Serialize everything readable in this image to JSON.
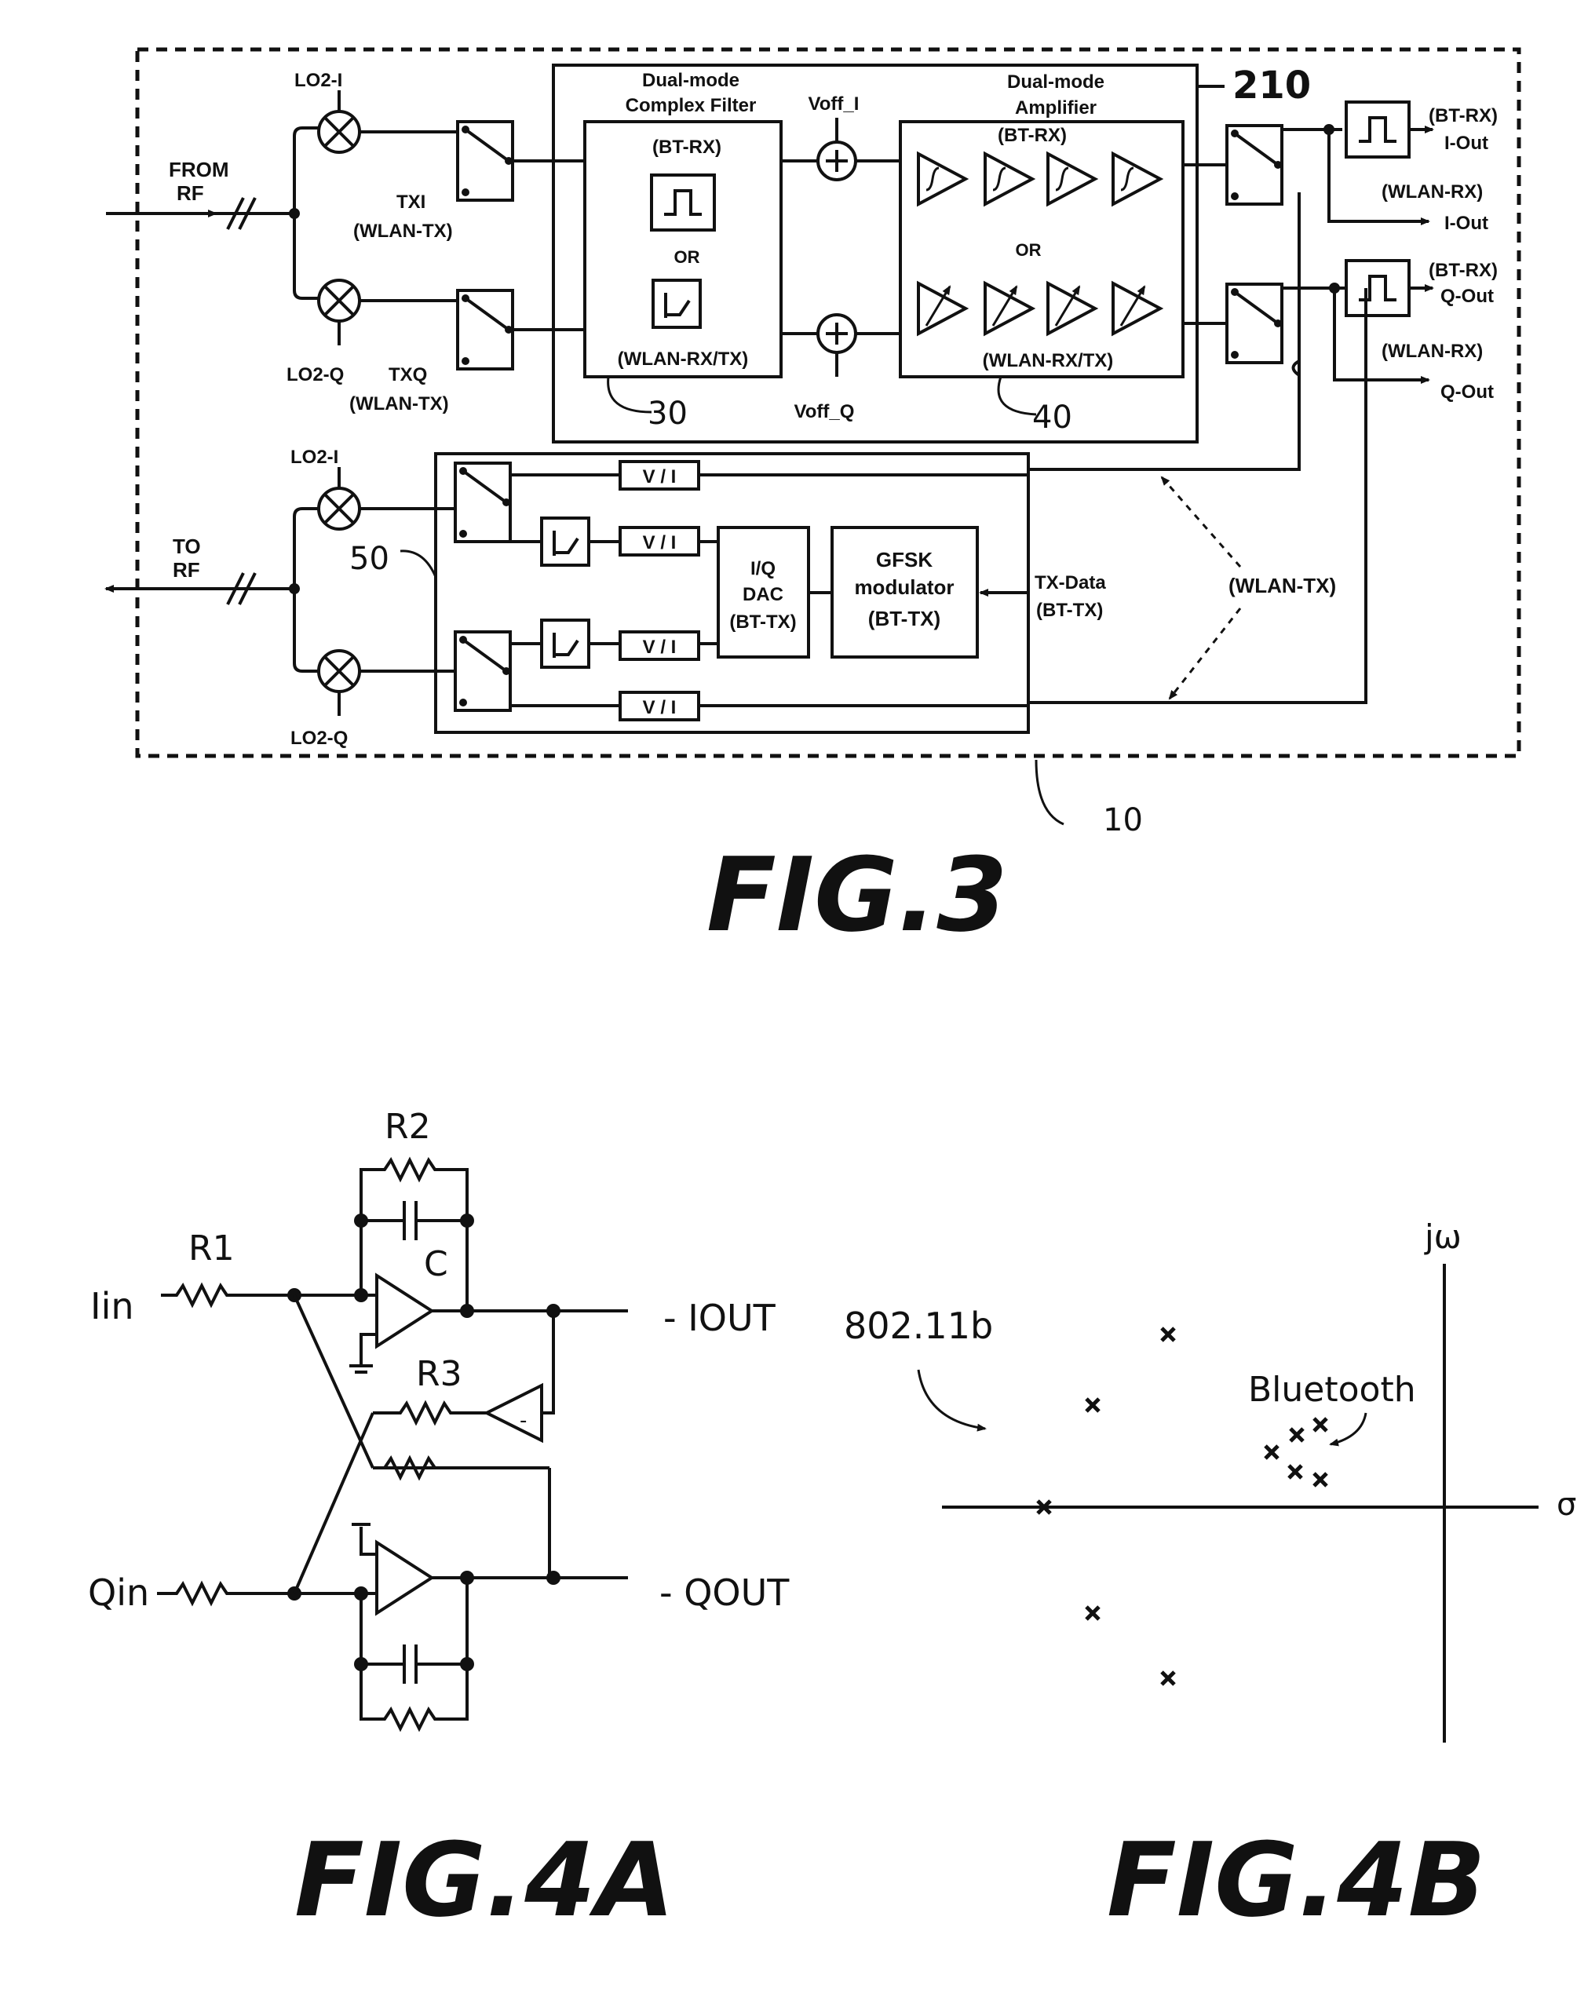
{
  "fig3": {
    "title": "FIG.3",
    "ref_chip": "10",
    "ref_block": "210",
    "ref_filter": "30",
    "ref_amp": "40",
    "ref_tx": "50",
    "from_rf": [
      "FROM",
      "RF"
    ],
    "to_rf": [
      "TO",
      "RF"
    ],
    "lo2_i_top": "LO2-I",
    "lo2_q_top": "LO2-Q",
    "lo2_i_bot": "LO2-I",
    "lo2_q_bot": "LO2-Q",
    "txi": [
      "TXI",
      "(WLAN-TX)"
    ],
    "txq": [
      "TXQ",
      "(WLAN-TX)"
    ],
    "filter_title": [
      "Dual-mode",
      "Complex Filter"
    ],
    "filter_bt": "(BT-RX)",
    "filter_or": "OR",
    "filter_wlan": "(WLAN-RX/TX)",
    "voff_i": "Voff_I",
    "voff_q": "Voff_Q",
    "amp_title": [
      "Dual-mode",
      "Amplifier"
    ],
    "amp_bt": "(BT-RX)",
    "amp_or": "OR",
    "amp_wlan": "(WLAN-RX/TX)",
    "out_bt_i": [
      "(BT-RX)",
      "I-Out"
    ],
    "out_wlan_i": [
      "(WLAN-RX)",
      "I-Out"
    ],
    "out_bt_q": [
      "(BT-RX)",
      "Q-Out"
    ],
    "out_wlan_q": [
      "(WLAN-RX)",
      "Q-Out"
    ],
    "vi": "V / I",
    "dac": [
      "I/Q",
      "DAC",
      "(BT-TX)"
    ],
    "gfsk": [
      "GFSK",
      "modulator",
      "(BT-TX)"
    ],
    "txdata": [
      "TX-Data",
      "(BT-TX)"
    ],
    "wlan_tx": "(WLAN-TX)"
  },
  "fig4a": {
    "title": "FIG.4A",
    "r1": "R1",
    "r2": "R2",
    "r3": "R3",
    "c": "C",
    "iin": "Iin",
    "qin": "Qin",
    "iout": "- IOUT",
    "qout": "- QOUT"
  },
  "fig4b": {
    "title": "FIG.4B",
    "jw": "jω",
    "sigma": "σ",
    "std_80211b": "802.11b",
    "bluetooth": "Bluetooth"
  }
}
